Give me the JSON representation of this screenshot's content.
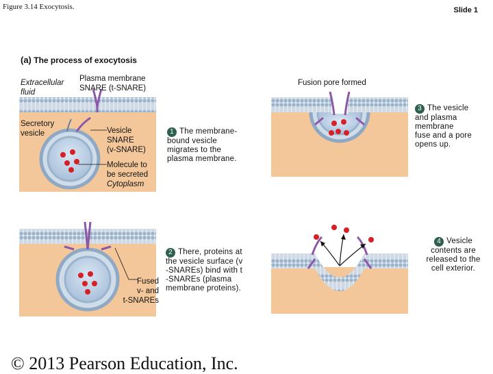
{
  "header": {
    "figure_title": "Figure 3.14 Exocytosis.",
    "slide_label": "Slide 1"
  },
  "section": {
    "letter": "(a)",
    "title": "The process of exocytosis"
  },
  "labels": {
    "extracellular_fluid": [
      "Extracellular",
      "fluid"
    ],
    "plasma_membrane_snare": [
      "Plasma membrane",
      "SNARE (t-SNARE)"
    ],
    "secretory_vesicle": [
      "Secretory",
      "vesicle"
    ],
    "vesicle_snare": [
      "Vesicle",
      "SNARE",
      "(v-SNARE)"
    ],
    "molecule_secreted": [
      "Molecule to",
      "be secreted"
    ],
    "cytoplasm": "Cytoplasm",
    "fusion_pore": "Fusion pore formed",
    "fused_snares": [
      "Fused",
      "v- and",
      "t-SNAREs"
    ]
  },
  "steps": [
    {
      "number": "1",
      "lines": [
        "The membrane-",
        "bound vesicle",
        "migrates to the",
        "plasma membrane."
      ]
    },
    {
      "number": "2",
      "lines": [
        "There, proteins at",
        "the vesicle surface (v",
        "-SNAREs) bind with t",
        "-SNAREs (plasma",
        "membrane proteins)."
      ]
    },
    {
      "number": "3",
      "lines": [
        "The vesicle",
        "and plasma",
        "membrane",
        "fuse and a pore",
        "opens up."
      ]
    },
    {
      "number": "4",
      "lines": [
        "Vesicle",
        "contents are",
        "released to the",
        "cell exterior."
      ]
    }
  ],
  "footer": "© 2013 Pearson Education, Inc.",
  "colors": {
    "cytoplasm": "#f3c79a",
    "extracellular": "#ffffff",
    "membrane_head": "#9bb3cb",
    "membrane_tail": "#dde6ee",
    "vesicle_fill": "#bcd0e6",
    "snare_purple": "#8c57a6",
    "molecule_red": "#d62027",
    "step_badge": "#2f5f4e"
  },
  "icons": [
    "step-number-badge"
  ]
}
